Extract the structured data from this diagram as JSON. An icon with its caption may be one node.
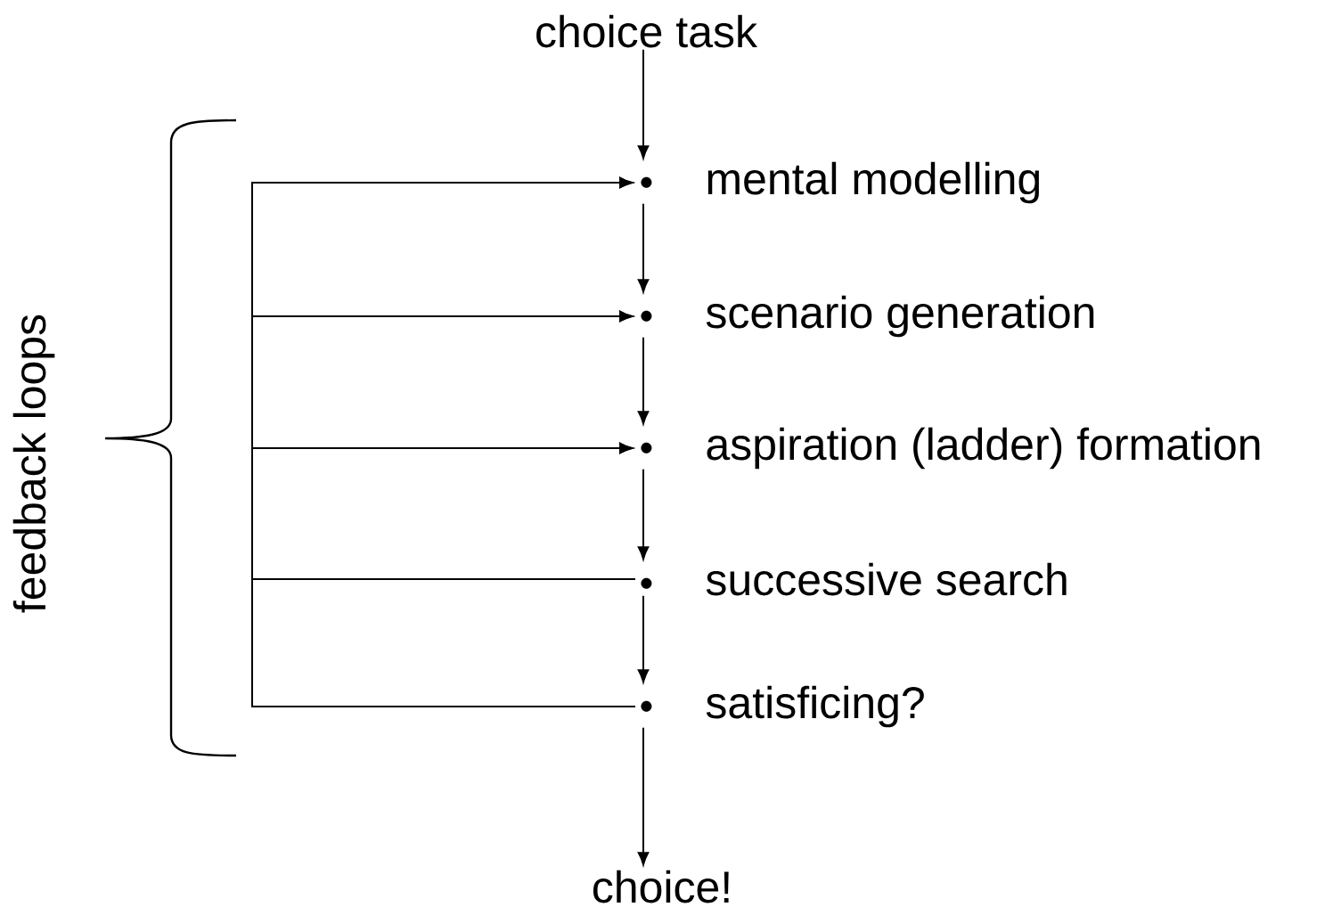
{
  "diagram": {
    "nodes": [
      {
        "text": [
          "choice task"
        ]
      },
      {
        "text": [
          "mental modelling"
        ]
      },
      {
        "text": [
          "scenario generation"
        ]
      },
      {
        "text": [
          "aspiration (ladder) formation"
        ]
      },
      {
        "text": [
          "successive search"
        ]
      },
      {
        "text": [
          "satisficing?"
        ]
      },
      {
        "text": [
          "choice!"
        ]
      }
    ],
    "edges": [
      {
        "from": 0,
        "to": 1,
        "arrow": "to"
      },
      {
        "from": 1,
        "to": 2,
        "arrow": "to"
      },
      {
        "from": 2,
        "to": 3,
        "arrow": "to"
      },
      {
        "from": 3,
        "to": 4,
        "arrow": "to"
      },
      {
        "from": 4,
        "to": 5,
        "arrow": "to"
      },
      {
        "from": 5,
        "to": 6,
        "arrow": "to"
      },
      {
        "from": 4,
        "to": 1,
        "arrow": "to"
      },
      {
        "from": 4,
        "to": 2,
        "arrow": "to"
      },
      {
        "from": 4,
        "to": 3,
        "arrow": "to"
      },
      {
        "from": 5,
        "to": 1,
        "arrow": "to"
      },
      {
        "from": 5,
        "to": 2,
        "arrow": "to"
      },
      {
        "from": 5,
        "to": 3,
        "arrow": "to"
      }
    ],
    "labels": [
      "feedback loops"
    ]
  }
}
